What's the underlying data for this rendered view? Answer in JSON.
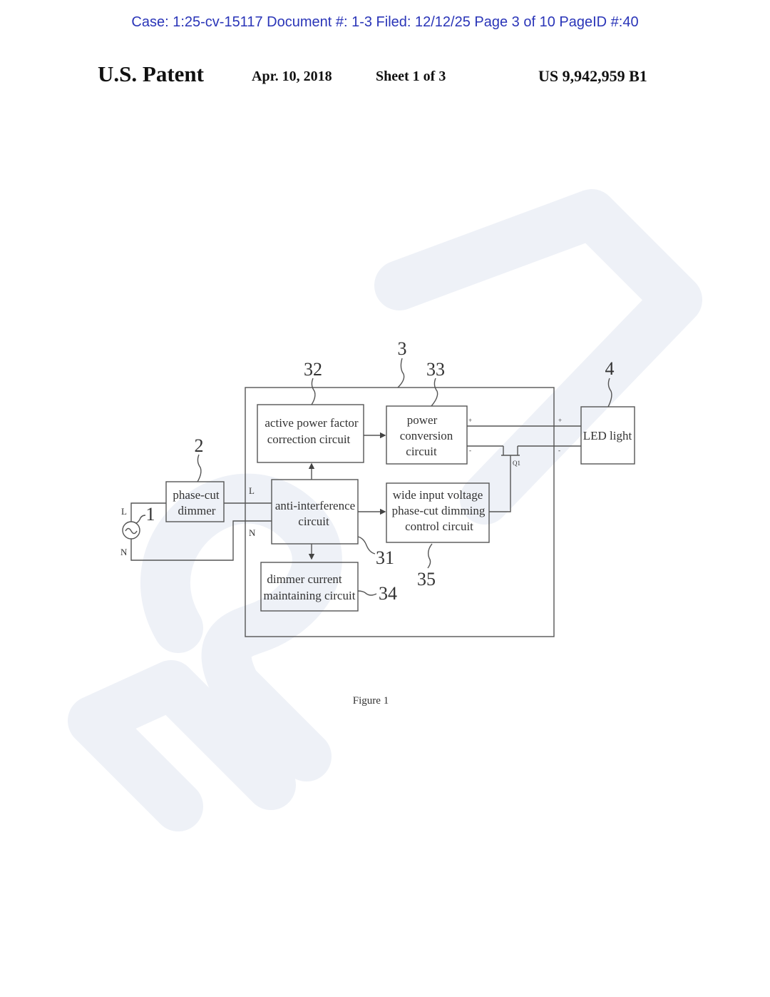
{
  "case_header": "Case: 1:25-cv-15117 Document #: 1-3 Filed: 12/12/25 Page 3 of 10 PageID #:40",
  "patent_header": {
    "title": "U.S. Patent",
    "date": "Apr. 10, 2018",
    "sheet": "Sheet 1 of 3",
    "number": "US 9,942,959 B1"
  },
  "watermark": "12",
  "diagram": {
    "blocks": {
      "pfc": [
        "active power factor",
        "correction circuit"
      ],
      "power_conversion": [
        "power",
        "conversion",
        "circuit"
      ],
      "anti_interference": [
        "anti-interference",
        "circuit"
      ],
      "dimming_control": [
        "wide input voltage",
        "phase-cut dimming",
        "control circuit"
      ],
      "dimmer_current": [
        "dimmer current",
        "maintaining circuit"
      ],
      "phase_cut_dimmer": [
        "phase-cut",
        "dimmer"
      ],
      "led_light": "LED light"
    },
    "refs": {
      "r1": "1",
      "r2": "2",
      "r3": "3",
      "r4": "4",
      "r31": "31",
      "r32": "32",
      "r33": "33",
      "r34": "34",
      "r35": "35"
    },
    "labels": {
      "L": "L",
      "N": "N",
      "plus": "+",
      "minus": "-",
      "q1": "Q1"
    }
  },
  "caption": "Figure 1"
}
